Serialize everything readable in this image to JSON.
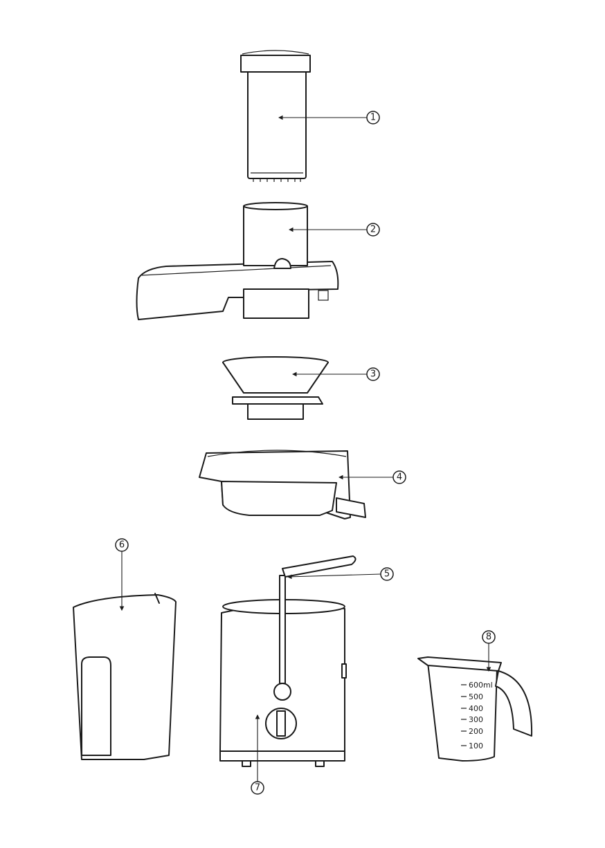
{
  "callouts": [
    {
      "id": "1",
      "part": "pusher"
    },
    {
      "id": "2",
      "part": "cover"
    },
    {
      "id": "3",
      "part": "filter"
    },
    {
      "id": "4",
      "part": "filter-holder"
    },
    {
      "id": "5",
      "part": "locking-arm"
    },
    {
      "id": "6",
      "part": "pulp-container"
    },
    {
      "id": "7",
      "part": "motor-base"
    },
    {
      "id": "8",
      "part": "juice-jug"
    }
  ],
  "jug_scale": [
    "600ml",
    "500",
    "400",
    "300",
    "200",
    "100"
  ]
}
